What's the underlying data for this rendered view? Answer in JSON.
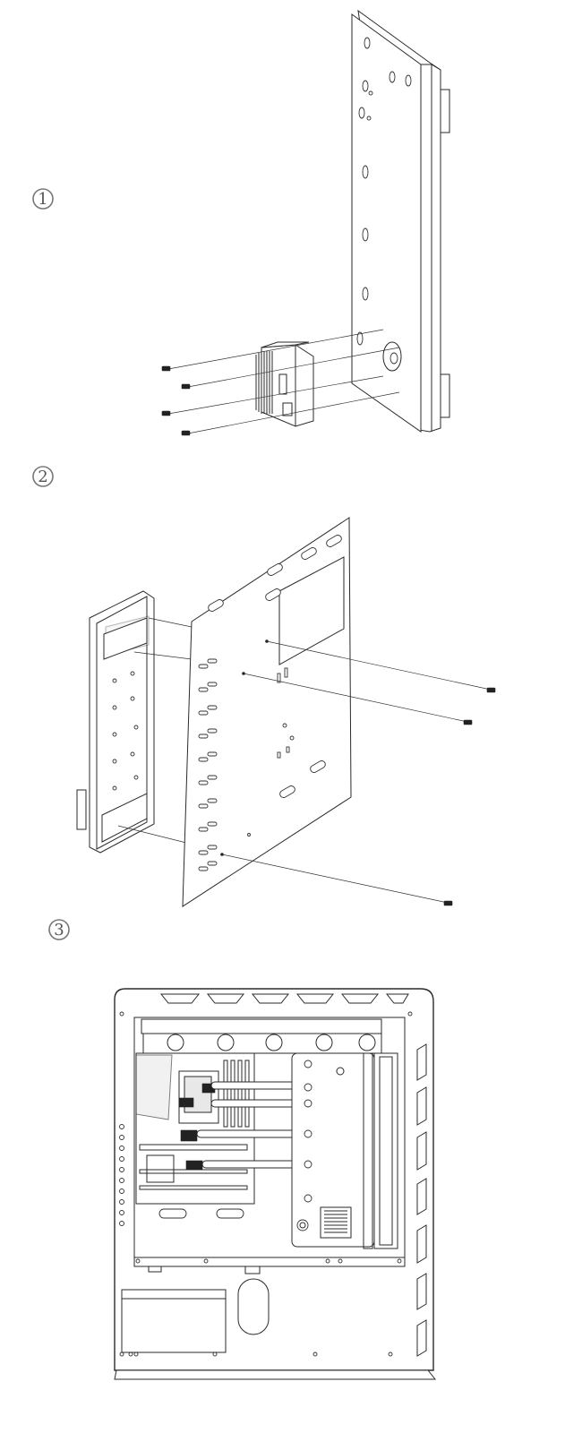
{
  "steps": [
    {
      "number": "1"
    },
    {
      "number": "2"
    },
    {
      "number": "3"
    }
  ],
  "colors": {
    "line": "#2a2a2a",
    "step_circle": "#777777",
    "background": "#ffffff"
  }
}
